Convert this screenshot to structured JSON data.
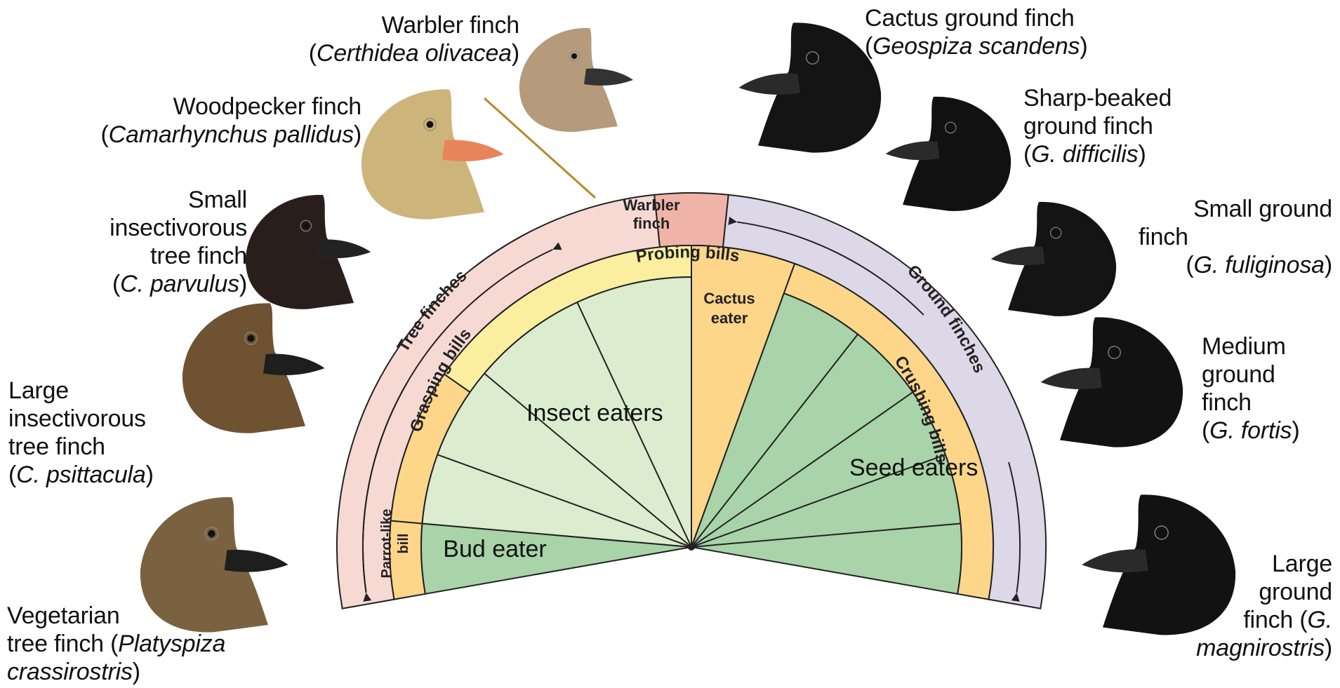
{
  "arc": {
    "groups": [
      {
        "id": "tree",
        "label": "Tree finches"
      },
      {
        "id": "warbler",
        "label": "Warbler finch"
      },
      {
        "id": "ground",
        "label": "Ground finches"
      }
    ],
    "bills": [
      {
        "id": "parrot",
        "label": "Parrot-like bill"
      },
      {
        "id": "grasping",
        "label": "Grasping bills"
      },
      {
        "id": "probing",
        "label": "Probing bills"
      },
      {
        "id": "cactus",
        "label": "Cactus eater"
      },
      {
        "id": "crushing",
        "label": "Crushing bills"
      }
    ],
    "diets": [
      {
        "id": "bud",
        "label": "Bud eater"
      },
      {
        "id": "insect",
        "label": "Insect eaters"
      },
      {
        "id": "seed",
        "label": "Seed eaters"
      }
    ],
    "colors": {
      "outer_tree": "#f7d9d4",
      "outer_warbler": "#efb3a8",
      "outer_ground": "#dcd8e8",
      "bills_yellow": "#fbef9f",
      "bills_orange": "#fdd68a",
      "diet_light": "#dceccf",
      "diet_dark": "#a9d3a8",
      "outline": "#222222"
    }
  },
  "species": [
    {
      "id": "warbler",
      "common": [
        "Warbler finch"
      ],
      "sci_open": "(",
      "sci": "Certhidea olivacea",
      "sci_close": ")",
      "side": "left"
    },
    {
      "id": "woodpecker",
      "common": [
        "Woodpecker finch"
      ],
      "sci_open": "(",
      "sci": "Camarhynchus pallidus",
      "sci_close": ")",
      "side": "left"
    },
    {
      "id": "small-insect",
      "common": [
        "Small",
        "insectivorous",
        "tree finch"
      ],
      "sci_open": "(",
      "sci": "C. parvulus",
      "sci_close": ")",
      "side": "left"
    },
    {
      "id": "large-insect",
      "common": [
        "Large",
        "insectivorous",
        "tree finch"
      ],
      "sci_open": "(",
      "sci": "C. psittacula",
      "sci_close": ")",
      "side": "left"
    },
    {
      "id": "vegetarian",
      "common": [
        "Vegetarian",
        "tree finch ("
      ],
      "sci_inline": "Platyspiza",
      "sci": "crassirostris",
      "sci_close": ")",
      "side": "left"
    },
    {
      "id": "cactus",
      "common": [
        "Cactus ground finch"
      ],
      "sci_open": "(",
      "sci": "Geospiza scandens",
      "sci_close": ")",
      "side": "right"
    },
    {
      "id": "sharp",
      "common": [
        "Sharp-beaked",
        "ground finch"
      ],
      "sci_open": "(",
      "sci": "G. difficilis",
      "sci_close": ")",
      "side": "right"
    },
    {
      "id": "small-ground",
      "common": [
        "Small ground",
        "finch"
      ],
      "sci_open": "(",
      "sci": "G. fuliginosa",
      "sci_close": ")",
      "side": "right"
    },
    {
      "id": "medium-ground",
      "common": [
        "Medium",
        "ground",
        "finch"
      ],
      "sci_open": "(",
      "sci": "G. fortis",
      "sci_close": ")",
      "side": "right"
    },
    {
      "id": "large-ground",
      "common": [
        "Large",
        "ground",
        "finch ("
      ],
      "sci_inline": "G.",
      "sci": "magnirostris",
      "sci_close": ")",
      "side": "right"
    }
  ],
  "birds": [
    {
      "id": "warbler",
      "color": "#b59a7c",
      "beak": "#333333"
    },
    {
      "id": "woodpecker",
      "color": "#cdb47a",
      "beak": "#e8845a"
    },
    {
      "id": "small-insect",
      "color": "#2a1e1c",
      "beak": "#222222"
    },
    {
      "id": "large-insect",
      "color": "#6e5232",
      "beak": "#1e1e1e"
    },
    {
      "id": "vegetarian",
      "color": "#7a6240",
      "beak": "#1e1e1e"
    },
    {
      "id": "cactus",
      "color": "#141414",
      "beak": "#2a2a2a"
    },
    {
      "id": "sharp",
      "color": "#111111",
      "beak": "#2a2a2a"
    },
    {
      "id": "small-ground",
      "color": "#141414",
      "beak": "#2a2a2a"
    },
    {
      "id": "medium-ground",
      "color": "#121212",
      "beak": "#2a2a2a"
    },
    {
      "id": "large-ground",
      "color": "#121212",
      "beak": "#2a2a2a"
    }
  ]
}
